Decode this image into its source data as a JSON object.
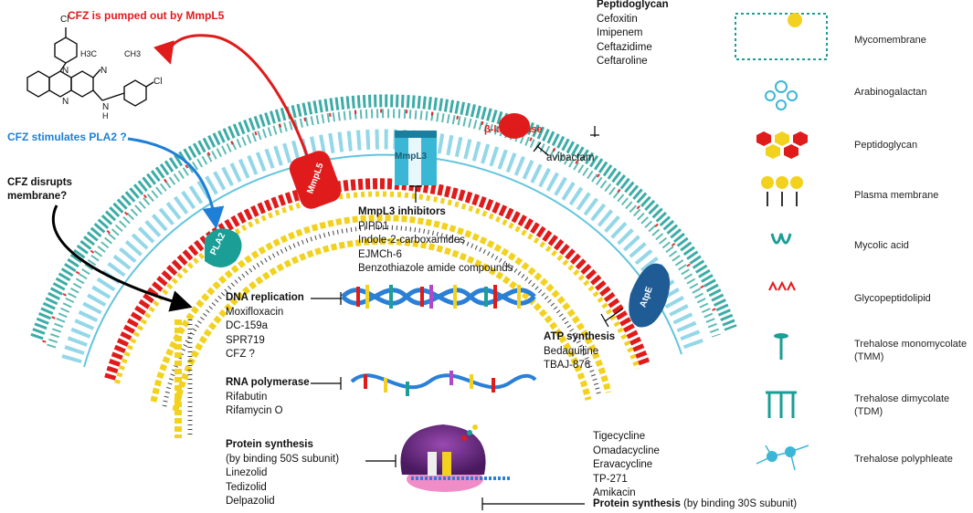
{
  "callouts": {
    "cfz_pumped": "CFZ is pumped out by MmpL5",
    "cfz_pla2": "CFZ stimulates PLA2 ?",
    "cfz_disrupts": "CFZ disrupts\nmembrane?"
  },
  "molecule": {
    "atoms": [
      "Cl",
      "Cl",
      "N",
      "N",
      "N",
      "N"
    ],
    "label_isopropyl": "H3C",
    "label_ch3": "CH3",
    "label_h": "H"
  },
  "proteins": {
    "mmpl5": "MmpL5",
    "mmpl3": "MmpL3",
    "pla2": "PLA2",
    "atpe": "AtpE",
    "blactamase": "β-lactamase"
  },
  "peptidoglycan_block": {
    "title": "Peptidoglycan",
    "items": [
      "Cefoxitin",
      "Imipenem",
      "Ceftazidime",
      "Ceftaroline"
    ]
  },
  "avibactam": "avibactam",
  "mmpl3_block": {
    "title": "MmpL3 inhibitors",
    "items": [
      "PIPD1",
      "Indole-2-carboxamides",
      "EJMCh-6",
      "Benzothiazole amide compounds"
    ]
  },
  "dna_block": {
    "title": "DNA replication",
    "items": [
      "Moxifloxacin",
      "DC-159a",
      "SPR719",
      "CFZ ?"
    ]
  },
  "rna_block": {
    "title": "RNA polymerase",
    "items": [
      "Rifabutin",
      "Rifamycin O"
    ]
  },
  "atp_block": {
    "title": "ATP synthesis",
    "items": [
      "Bedaquiline",
      "TBAJ-876"
    ]
  },
  "protein50_block": {
    "title": "Protein synthesis",
    "subtitle": "(by binding 50S subunit)",
    "items": [
      "Linezolid",
      "Tedizolid",
      "Delpazolid"
    ]
  },
  "protein30_block": {
    "items": [
      "Tigecycline",
      "Omadacycline",
      "Eravacycline",
      "TP-271",
      "Amikacin"
    ],
    "title": "Protein synthesis",
    "subtitle": "(by binding 30S subunit)"
  },
  "legend": [
    {
      "label": "Mycomembrane",
      "icon": "mycomembrane-icon"
    },
    {
      "label": "Arabinogalactan",
      "icon": "arabinogalactan-icon"
    },
    {
      "label": "Peptidoglycan",
      "icon": "peptidoglycan-icon"
    },
    {
      "label": "Plasma membrane",
      "icon": "plasma-membrane-icon"
    },
    {
      "label": "Mycolic acid",
      "icon": "mycolic-acid-icon"
    },
    {
      "label": "Glycopeptidolipid",
      "icon": "glycopeptidolipid-icon"
    },
    {
      "label": "Trehalose monomycolate\n(TMM)",
      "icon": "tmm-icon"
    },
    {
      "label": "Trehalose dimycolate\n(TDM)",
      "icon": "tdm-icon"
    },
    {
      "label": "Trehalose polyphleate",
      "icon": "trehalose-polyphleate-icon"
    }
  ],
  "colors": {
    "teal": "#1a9e96",
    "lightblue": "#3bb7d6",
    "red": "#e01b1b",
    "yellow": "#f2d21f",
    "blue_arrow": "#1f7fd6",
    "atpe": "#1f5b94",
    "ribosome": "#6a2a84"
  }
}
